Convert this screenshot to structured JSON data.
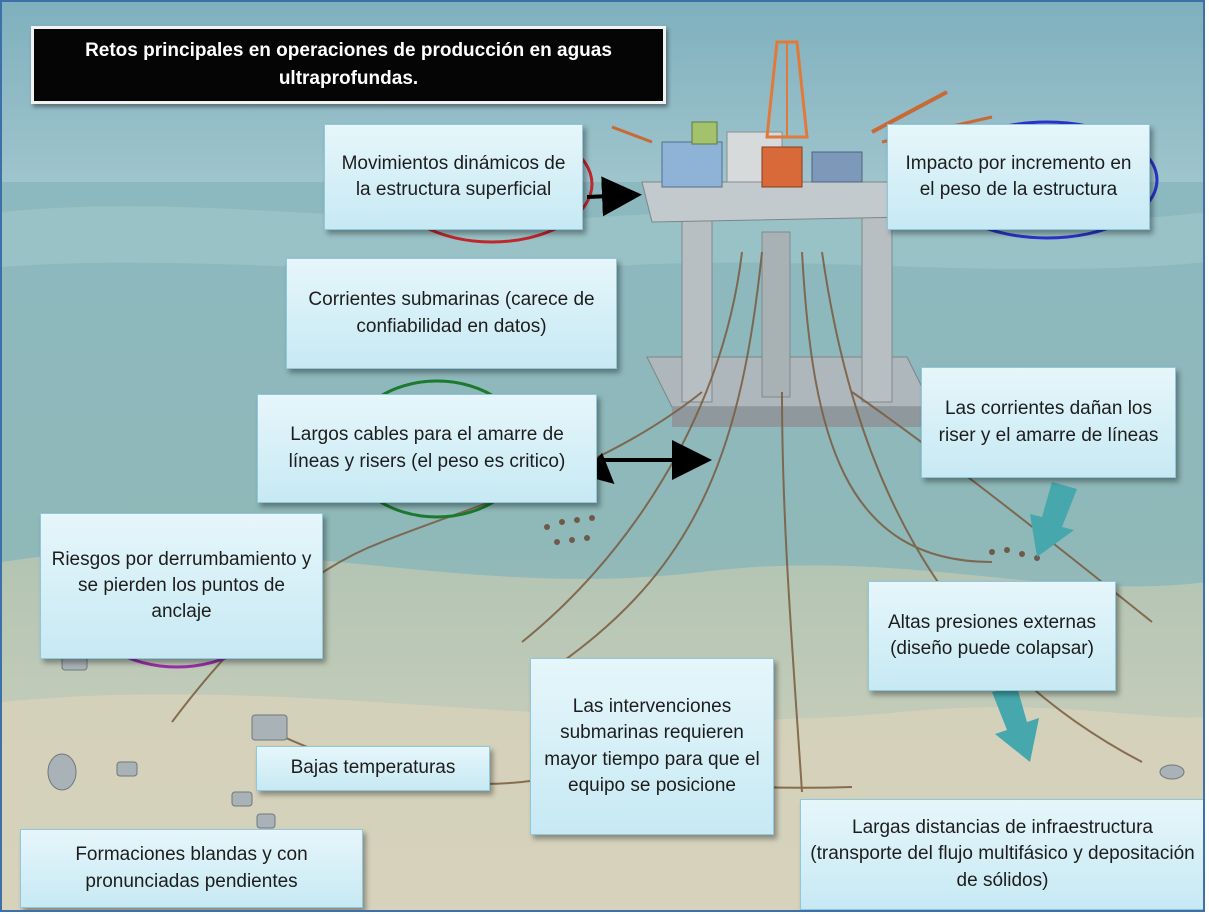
{
  "title": "Retos principales en operaciones de producción en aguas ultraprofundas.",
  "callouts": {
    "movimientos": "Movimientos dinámicos de la estructura superficial",
    "impacto": "Impacto por incremento  en el peso de la estructura",
    "corrientes_submarinas": "Corrientes submarinas (carece de confiabilidad en datos)",
    "largos_cables": "Largos cables para el amarre de líneas y risers  (el peso es critico)",
    "corrientes_danan": "Las corrientes dañan los riser y el amarre de líneas",
    "riesgos": "Riesgos por derrumbamiento y se pierden los puntos de anclaje",
    "altas_presiones": "Altas presiones externas (diseño puede colapsar)",
    "intervenciones": "Las intervenciones submarinas requieren mayor tiempo para que el equipo se posicione",
    "bajas_temperaturas": "Bajas temperaturas",
    "largas_distancias": "Largas distancias de infraestructura (transporte del flujo multifásico y depositación de sólidos)",
    "formaciones": "Formaciones blandas y con pronunciadas pendientes"
  },
  "colors": {
    "frame": "#3d6fa8",
    "callout_fill": "#d4eef6",
    "ellipse_red": "#c0272d",
    "ellipse_blue": "#2a33c9",
    "ellipse_green": "#1b7a2c",
    "ellipse_purple": "#9b2fa8",
    "arrow": "#000000",
    "teal_arrow": "#46a8ad"
  }
}
